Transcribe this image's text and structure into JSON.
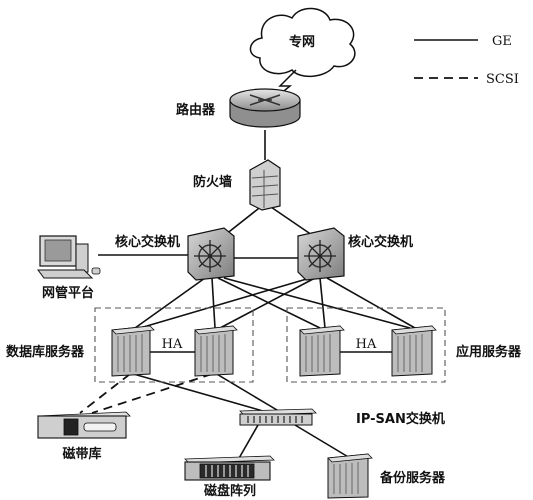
{
  "legend": {
    "ge": "GE",
    "scsi": "SCSI"
  },
  "nodes": {
    "private_net": "专网",
    "router": "路由器",
    "firewall": "防火墙",
    "core_switch_left": "核心交换机",
    "core_switch_right": "核心交换机",
    "mgmt_platform": "网管平台",
    "db_servers": "数据库服务器",
    "app_servers": "应用服务器",
    "tape_library": "磁带库",
    "ipsan_switch": "IP-SAN交换机",
    "disk_array": "磁盘阵列",
    "backup_server": "备份服务器"
  },
  "ha_left": "HA",
  "ha_right": "HA",
  "colors": {
    "line": "#111111",
    "device": "#b8b8b8",
    "device_dark": "#7a7a7a"
  },
  "icons": [
    "cloud-icon",
    "router-icon",
    "firewall-icon",
    "switch-icon",
    "computer-icon",
    "server-rack-icon",
    "tape-library-icon",
    "san-switch-icon",
    "disk-array-icon"
  ]
}
